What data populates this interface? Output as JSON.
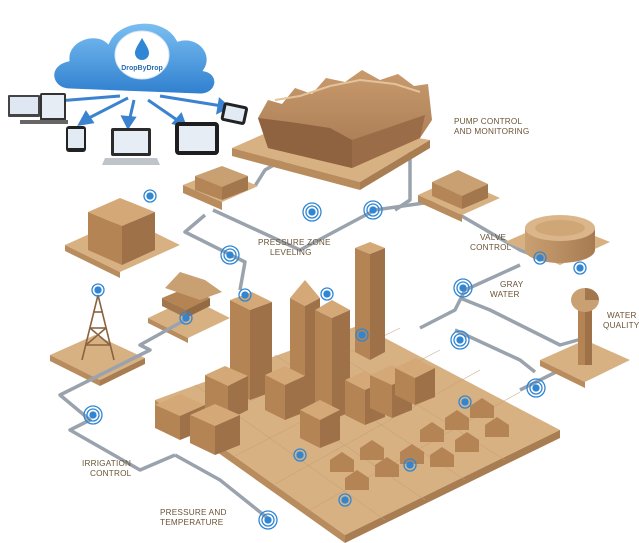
{
  "cloud": {
    "brand": "DropByDrop"
  },
  "labels": {
    "pump_control": [
      "PUMP CONTROL",
      "AND MONITORING"
    ],
    "pressure_zone": [
      "PRESSURE ZONE",
      "LEVELING"
    ],
    "valve_control": [
      "VALVE",
      "CONTROL"
    ],
    "gray_water": [
      "GRAY",
      "WATER"
    ],
    "water_quality": [
      "WATER",
      "QUALITY"
    ],
    "irrigation_control": [
      "IRRIGATION",
      "CONTROL"
    ],
    "pressure_temperature": [
      "PRESSURE AND",
      "TEMPERATURE"
    ]
  },
  "colors": {
    "cloud": "#3f8fd6",
    "arrows": "#3b83d0",
    "tile": "#d8b183",
    "tile_dark": "#b98c5e",
    "pipe": "#9aa3ad",
    "sensor": "#2f86d4"
  },
  "devices": [
    "desktop-monitor",
    "laptop",
    "tablet",
    "desktop-monitor",
    "tablet",
    "smartphone",
    "smartphone"
  ],
  "icons": [
    "cloud-icon",
    "wifi-sensor-icon",
    "pipe-network",
    "building",
    "water-tower",
    "radio-tower",
    "house"
  ]
}
